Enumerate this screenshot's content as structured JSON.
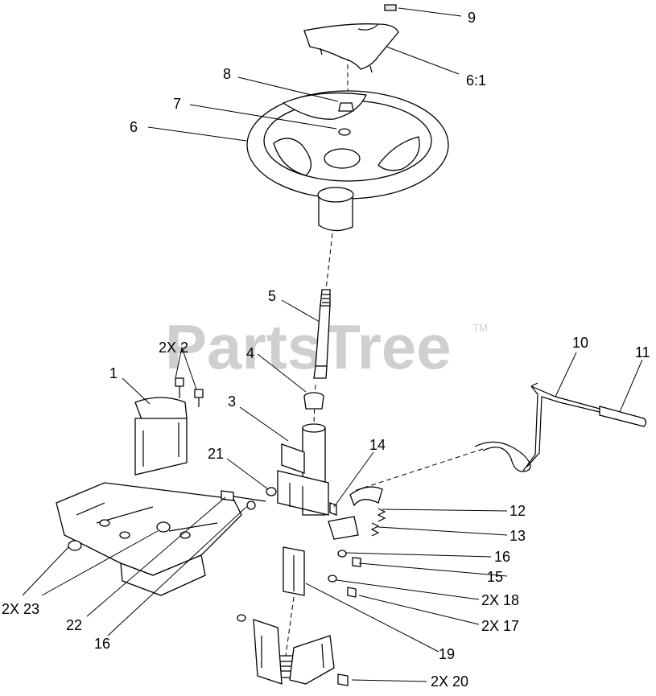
{
  "watermark": {
    "text": "PartsTree",
    "trademark": "TM"
  },
  "callouts": {
    "c9": "9",
    "c6_1": "6:1",
    "c8": "8",
    "c7": "7",
    "c6": "6",
    "c5": "5",
    "c2x2": "2X 2",
    "c1": "1",
    "c4": "4",
    "c3": "3",
    "c10": "10",
    "c11": "11",
    "c14": "14",
    "c21": "21",
    "c12": "12",
    "c13": "13",
    "c16a": "16",
    "c15": "15",
    "c2x18": "2X 18",
    "c2x17": "2X 17",
    "c2x23": "2X 23",
    "c22": "22",
    "c16b": "16",
    "c19": "19",
    "c2x20": "2X 20"
  }
}
